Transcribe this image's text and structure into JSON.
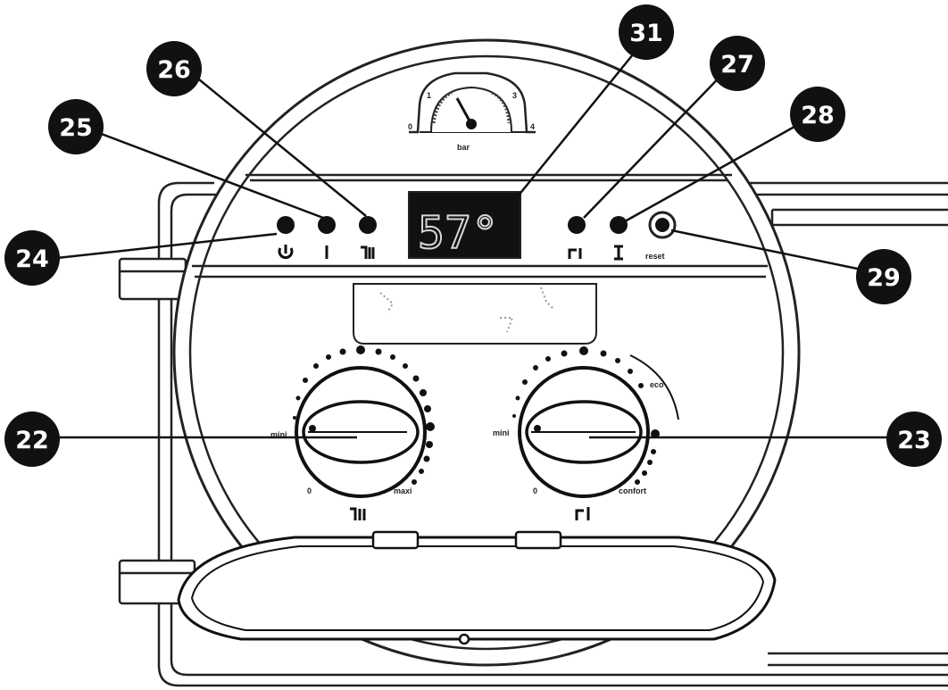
{
  "callouts": [
    {
      "id": "c22",
      "label": "22"
    },
    {
      "id": "c23",
      "label": "23"
    },
    {
      "id": "c24",
      "label": "24"
    },
    {
      "id": "c25",
      "label": "25"
    },
    {
      "id": "c26",
      "label": "26"
    },
    {
      "id": "c27",
      "label": "27"
    },
    {
      "id": "c28",
      "label": "28"
    },
    {
      "id": "c29",
      "label": "29"
    },
    {
      "id": "c31",
      "label": "31"
    }
  ],
  "gauge": {
    "unit": "bar",
    "ticks": [
      "0",
      "1",
      "3",
      "4"
    ],
    "needle_value_bar": 1.7
  },
  "display": {
    "reading": "57°"
  },
  "reset_label": "reset",
  "knob_left": {
    "min_label": "mini",
    "max_label": "maxi",
    "zero_label": "0",
    "icon": "radiator-icon"
  },
  "knob_right": {
    "min_label": "mini",
    "max_label": "confort",
    "zero_label": "0",
    "icon": "tap-icon",
    "eco_label": "eco"
  },
  "indicator_icons": [
    "power-icon",
    "flame-icon",
    "radiator-icon",
    "tap-icon",
    "fault-icon"
  ]
}
